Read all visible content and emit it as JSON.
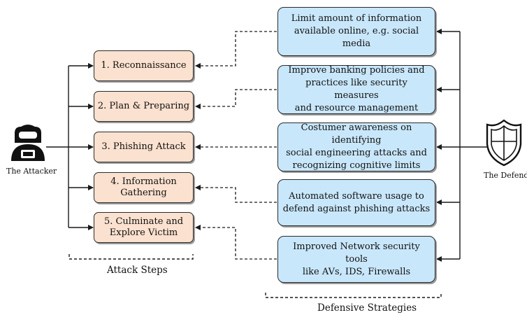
{
  "attacker": {
    "label": "The Attacker",
    "icon": "hacker-icon"
  },
  "defender": {
    "label": "The Defende",
    "icon": "shield-icon"
  },
  "attack_steps": {
    "title": "Attack Steps",
    "items": [
      {
        "label": "1. Reconnaissance"
      },
      {
        "label": "2. Plan & Preparing"
      },
      {
        "label": "3. Phishing Attack"
      },
      {
        "label": "4. Information\nGathering"
      },
      {
        "label": "5. Culminate and\nExplore Victim"
      }
    ]
  },
  "defensive_strategies": {
    "title": "Defensive Strategies",
    "items": [
      {
        "label": "Limit amount of information\navailable online, e.g. social media"
      },
      {
        "label": "Improve banking policies and\npractices like security measures\nand resource management"
      },
      {
        "label": "Costumer awareness on identifying\nsocial engineering attacks and\nrecognizing cognitive limits"
      },
      {
        "label": "Automated software usage to\ndefend against phishing attacks"
      },
      {
        "label": "Improved Network security tools\nlike AVs, IDS, Firewalls"
      }
    ]
  },
  "colors": {
    "attack_fill": "#fbe1cf",
    "defense_fill": "#c9e7fb",
    "stroke": "#1a1a1a"
  }
}
